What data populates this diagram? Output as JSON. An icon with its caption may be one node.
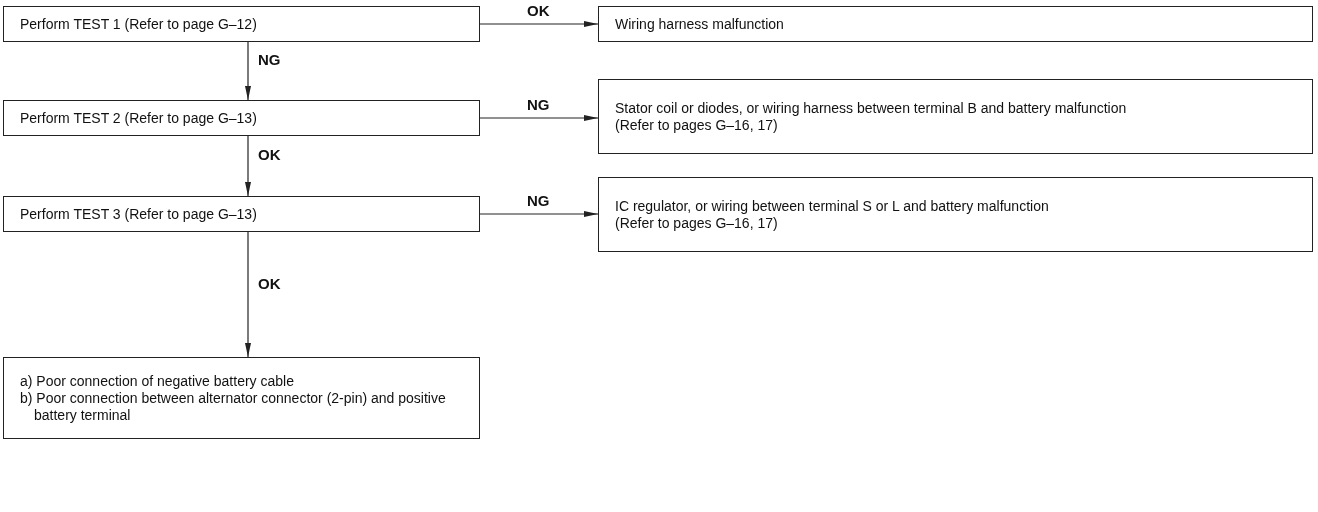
{
  "diagram": {
    "nodes": [
      {
        "text": [
          "Perform TEST 1 (Refer to page G–12)"
        ]
      },
      {
        "text": [
          "Wiring harness malfunction"
        ]
      },
      {
        "text": [
          "Perform TEST 2 (Refer to page G–13)"
        ]
      },
      {
        "text": [
          "Stator coil or diodes, or wiring harness between terminal B and battery malfunction",
          "(Refer to pages G–16, 17)"
        ]
      },
      {
        "text": [
          "Perform TEST 3 (Refer to page G–13)"
        ]
      },
      {
        "text": [
          "IC regulator, or wiring between terminal S or L and battery malfunction",
          "(Refer to pages G–16, 17)"
        ]
      },
      {
        "text": [
          "a) Poor connection of negative battery cable",
          "b) Poor connection between alternator connector (2-pin) and positive battery terminal"
        ]
      }
    ],
    "edges": [
      {
        "from": 0,
        "to": 1,
        "arrow": "to",
        "label": "OK"
      },
      {
        "from": 0,
        "to": 2,
        "arrow": "to",
        "label": "NG"
      },
      {
        "from": 2,
        "to": 3,
        "arrow": "to",
        "label": "NG"
      },
      {
        "from": 2,
        "to": 4,
        "arrow": "to",
        "label": "OK"
      },
      {
        "from": 4,
        "to": 5,
        "arrow": "to",
        "label": "NG"
      },
      {
        "from": 4,
        "to": 6,
        "arrow": "to",
        "label": "OK"
      }
    ]
  }
}
